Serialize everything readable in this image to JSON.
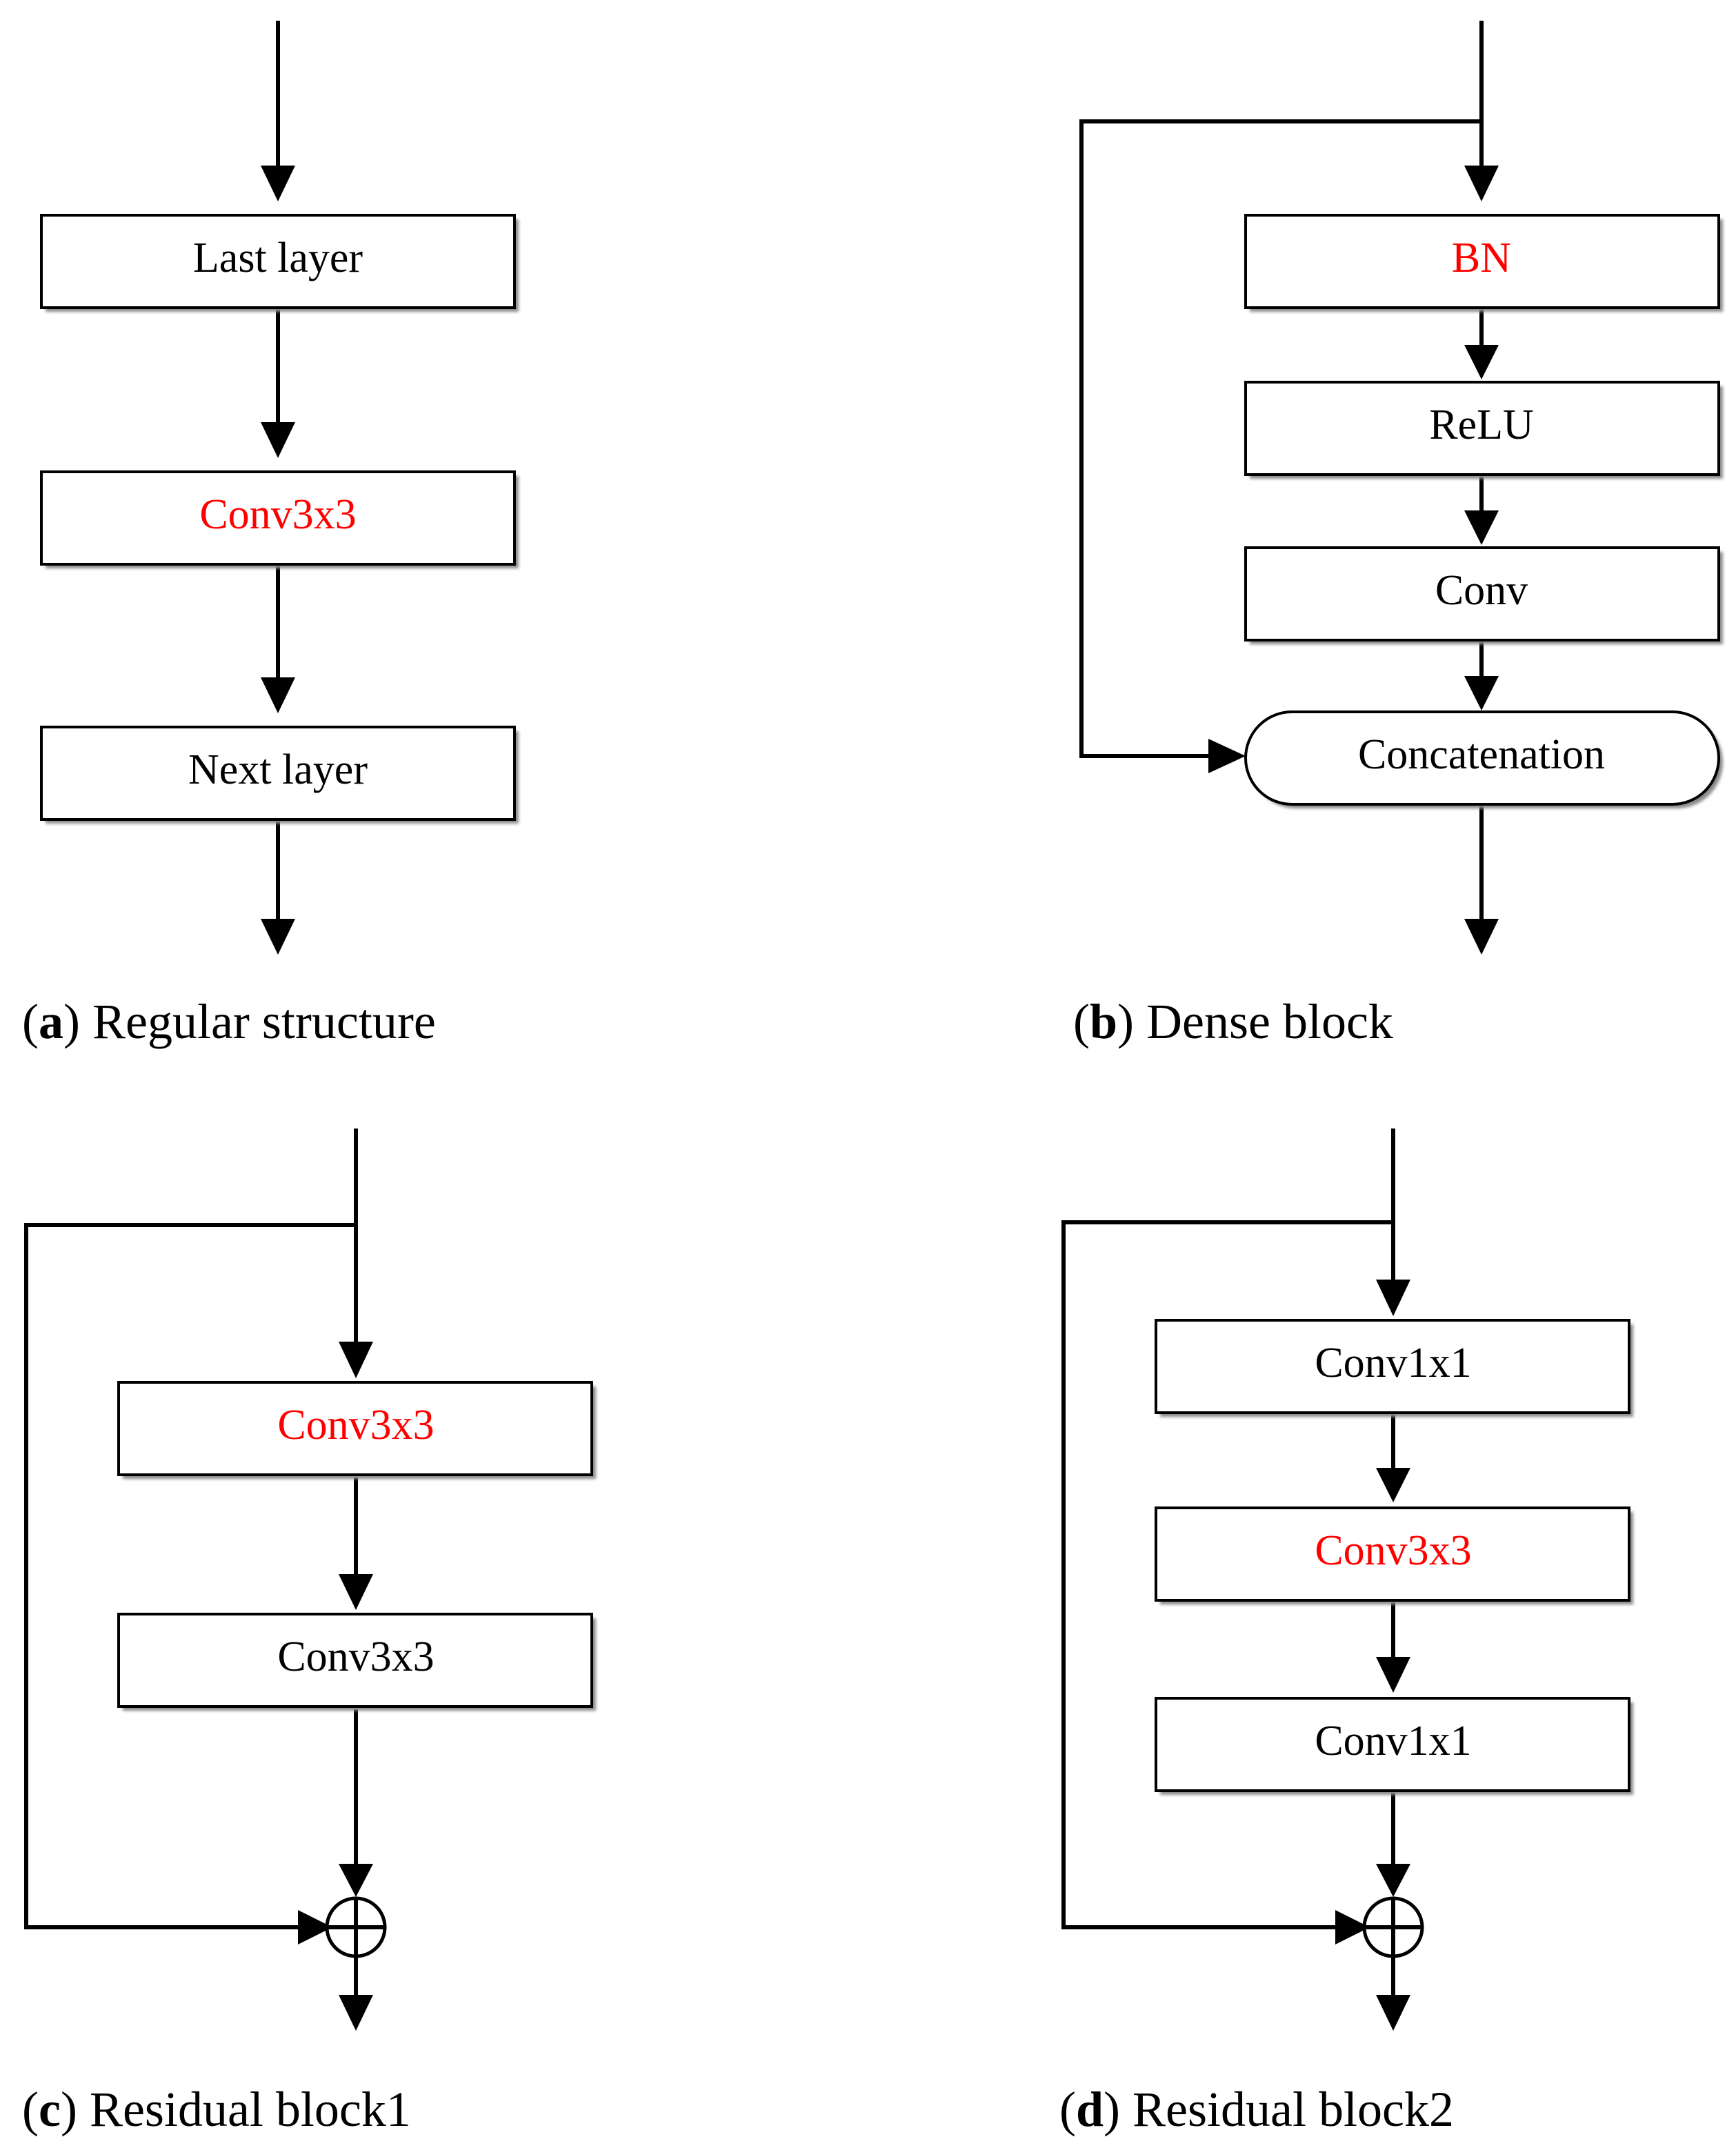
{
  "panels": {
    "a": {
      "caption_letter": "a",
      "caption_text": "Regular structure",
      "blocks": [
        {
          "label": "Last layer",
          "highlight": false
        },
        {
          "label": "Conv3x3",
          "highlight": true
        },
        {
          "label": "Next layer",
          "highlight": false
        }
      ]
    },
    "b": {
      "caption_letter": "b",
      "caption_text": "Dense block",
      "blocks": [
        {
          "label": "BN",
          "highlight": true
        },
        {
          "label": "ReLU",
          "highlight": false
        },
        {
          "label": "Conv",
          "highlight": false
        }
      ],
      "merge_label": "Concatenation"
    },
    "c": {
      "caption_letter": "c",
      "caption_text": "Residual block1",
      "blocks": [
        {
          "label": "Conv3x3",
          "highlight": true
        },
        {
          "label": "Conv3x3",
          "highlight": false
        }
      ],
      "merge_symbol": "add"
    },
    "d": {
      "caption_letter": "d",
      "caption_text": "Residual block2",
      "blocks": [
        {
          "label": "Conv1x1",
          "highlight": false
        },
        {
          "label": "Conv3x3",
          "highlight": true
        },
        {
          "label": "Conv1x1",
          "highlight": false
        }
      ],
      "merge_symbol": "add"
    }
  },
  "colors": {
    "highlight": "#ff0000",
    "text": "#000000",
    "line": "#000000"
  }
}
